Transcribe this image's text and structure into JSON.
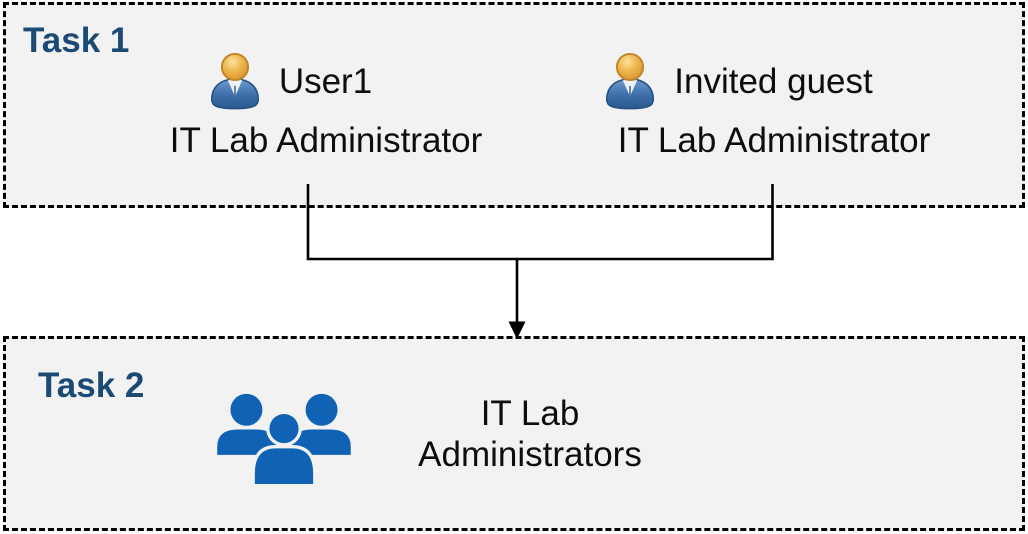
{
  "diagram": {
    "task1": {
      "label": "Task 1",
      "users": [
        {
          "name": "User1",
          "role": "IT Lab Administrator"
        },
        {
          "name": "Invited guest",
          "role": "IT Lab Administrator"
        }
      ]
    },
    "task2": {
      "label": "Task 2",
      "group_name_line1": "IT Lab",
      "group_name_line2": "Administrators"
    },
    "colors": {
      "box_fill": "#f2f2f2",
      "box_border": "#000000",
      "task_label": "#1b4a74",
      "body_text": "#0d0d0d",
      "connector": "#000000",
      "group_icon": "#1062b4",
      "person_head": "#e9a63f",
      "person_body": "#3a6ea9"
    }
  }
}
